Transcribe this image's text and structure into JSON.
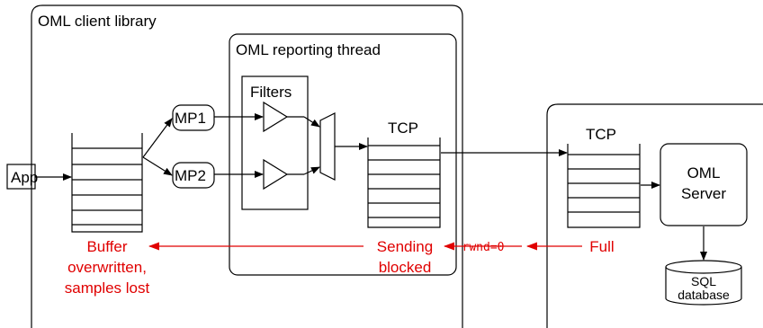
{
  "diagram": {
    "client_library_title": "OML client library",
    "reporting_thread_title": "OML reporting thread",
    "filters_label": "Filters",
    "app_label": "App",
    "mp1_label": "MP1",
    "mp2_label": "MP2",
    "tcp_client_label": "TCP",
    "tcp_server_label": "TCP",
    "server_label_line1": "OML",
    "server_label_line2": "Server",
    "db_label_line1": "SQL",
    "db_label_line2": "database",
    "buffer_note_line1": "Buffer",
    "buffer_note_line2": "overwritten,",
    "buffer_note_line3": "samples lost",
    "sending_line1": "Sending",
    "sending_line2": "blocked",
    "rwnd_label": "rwnd=0",
    "full_label": "Full",
    "accent_color": "#e00000"
  }
}
